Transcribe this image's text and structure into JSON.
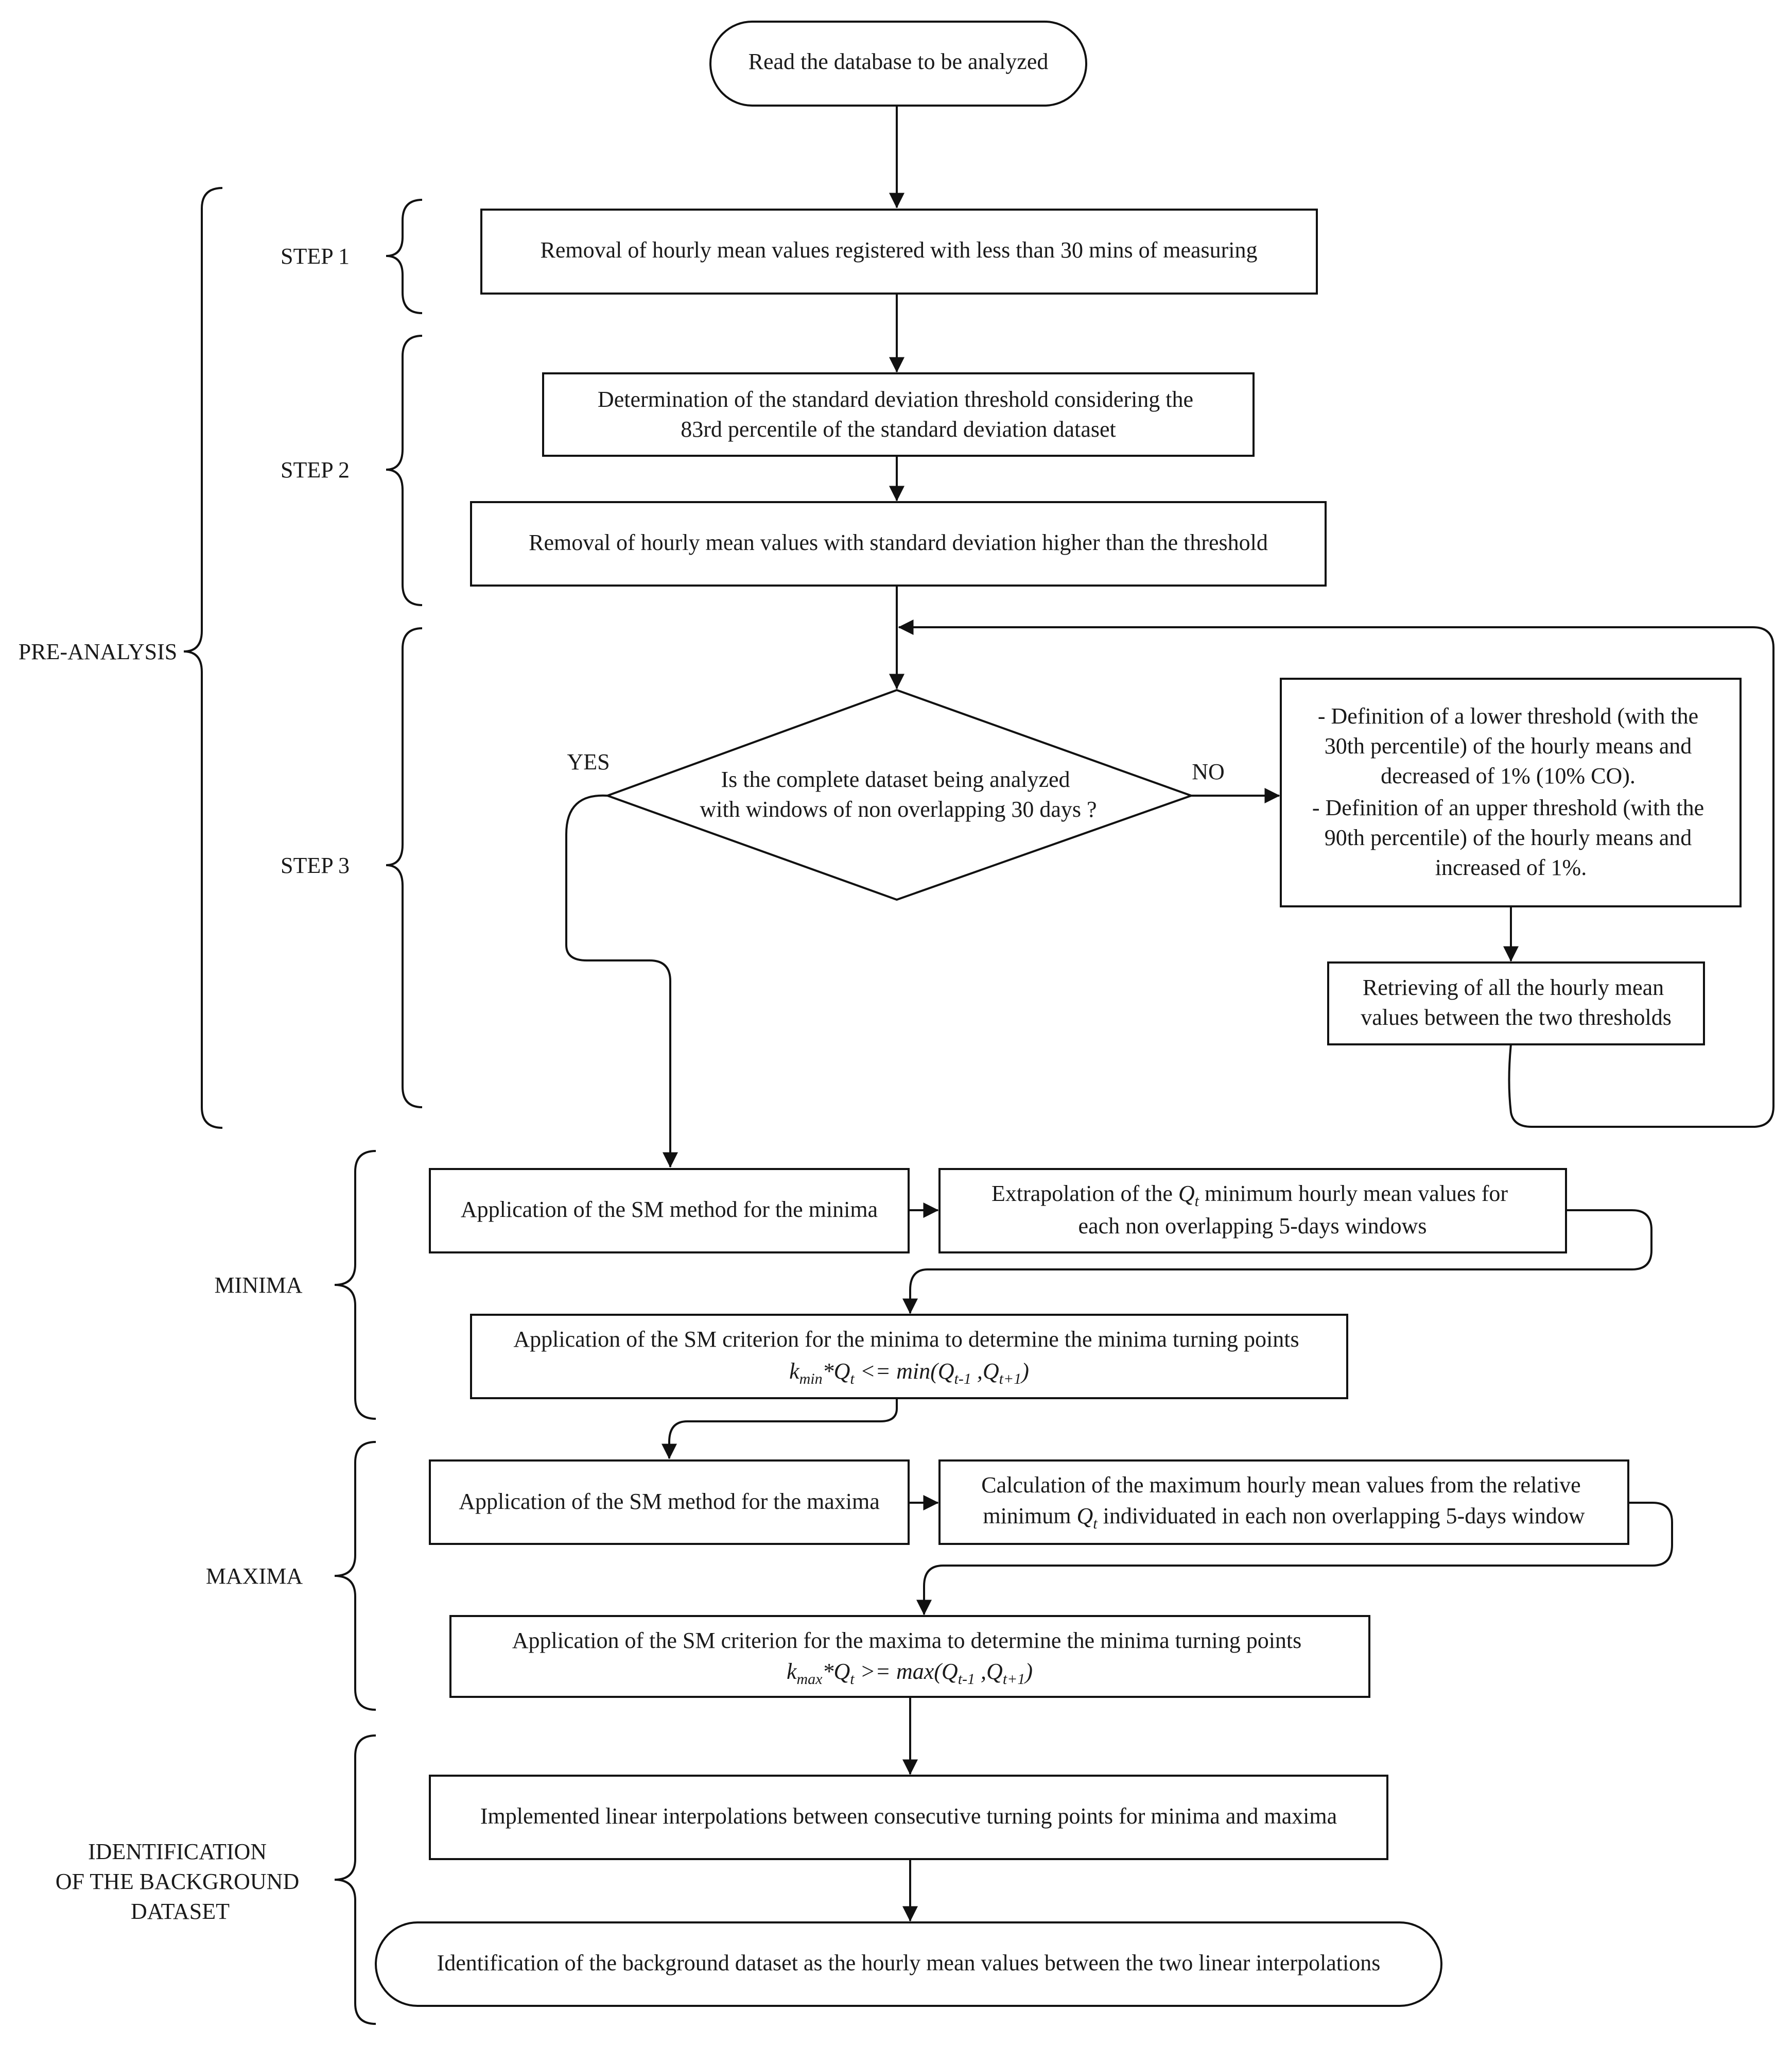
{
  "flowchart": {
    "start": "Read the database to be analyzed",
    "phases": {
      "pre_analysis": "PRE-ANALYSIS",
      "step1": "STEP 1",
      "step2": "STEP 2",
      "step3": "STEP 3",
      "minima": "MINIMA",
      "maxima": "MAXIMA",
      "identification": [
        "IDENTIFICATION",
        "OF THE BACKGROUND",
        "DATASET"
      ]
    },
    "step1_box": "Removal of hourly mean values registered with less than 30 mins of measuring",
    "step2_box_a": [
      "Determination of the standard deviation threshold considering the",
      "83rd percentile of the standard deviation dataset"
    ],
    "step2_box_b": "Removal of hourly mean values with standard deviation higher than the threshold",
    "decision": [
      "Is the complete dataset being analyzed",
      "with windows of non overlapping 30 days ?"
    ],
    "yes_label": "YES",
    "no_label": "NO",
    "threshold_box": [
      "- Definition of a lower threshold (with the",
      "30th percentile) of the hourly means and",
      "decreased of 1% (10% CO).",
      "- Definition of an upper threshold (with the",
      "90th percentile) of the hourly means and",
      "increased of 1%."
    ],
    "retrieve_box": [
      "Retrieving of all the hourly mean",
      "values between the two thresholds"
    ],
    "sm_minima_box": "Application of the SM method for the minima",
    "extrapolation_box": {
      "l1_a": "Extrapolation of  the ",
      "q": "Q",
      "t": "t",
      "l1_b": " minimum hourly mean values for",
      "l2": "each non overlapping 5-days windows"
    },
    "criterion_minima_box": {
      "l1": "Application of the SM criterion for the minima to determine the minima turning points",
      "k": "k",
      "k_sub": "min",
      "mid": "*Q",
      "t": "t",
      "op": " <= min(Q",
      "s1": "t-1",
      "comma": " ,Q",
      "s2": "t+1",
      "close": ")"
    },
    "sm_maxima_box": "Application of the SM method for the maxima",
    "calculation_box": {
      "l1": "Calculation of  the maximum hourly mean values from the relative",
      "l2_a": "minimum ",
      "q": "Q",
      "t": "t",
      "l2_b": " individuated in each non overlapping 5-days window"
    },
    "criterion_maxima_box": {
      "l1": "Application of the SM criterion for the maxima to determine the minima turning points",
      "k": "k",
      "k_sub": "max",
      "mid": "*Q",
      "t": "t",
      "op": " >= max(Q",
      "s1": "t-1",
      "comma": " ,Q",
      "s2": "t+1",
      "close": ")"
    },
    "interpolation_box": "Implemented linear interpolations between consecutive turning points for minima and maxima",
    "end": "Identification of the background dataset as the hourly mean values between the two linear interpolations"
  }
}
